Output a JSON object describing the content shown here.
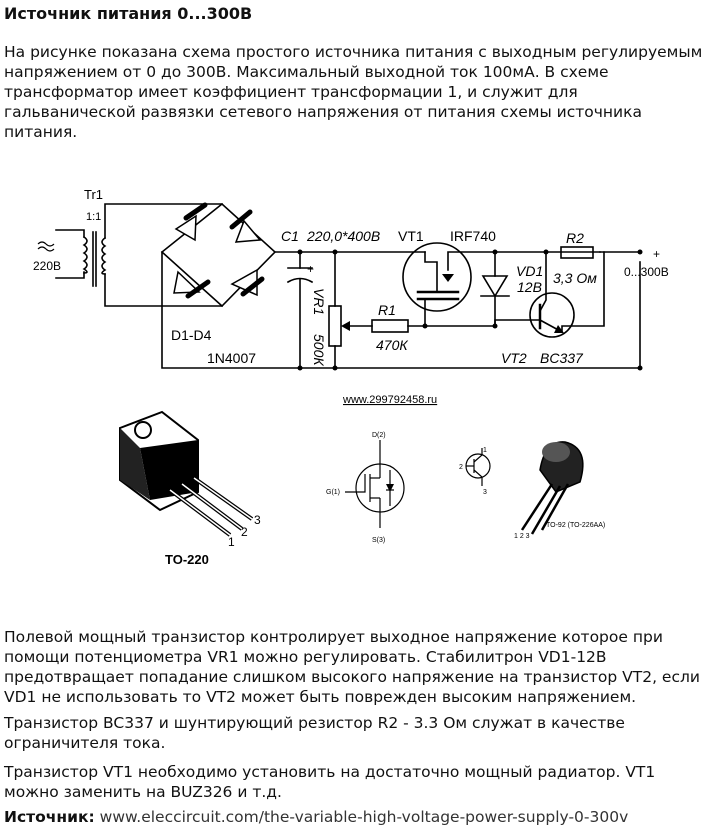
{
  "title": "Источник питания 0...300В",
  "intro": "На рисунке показана схема простого источника питания с выходным регулируемым\nнапряжением от 0 до 300В. Максимальный выходной ток 100мА. В схеме\nтрансформатор имеет коэффициент трансформации 1, и служит для\nгальванической развязки сетевого напряжения от питания схемы источника\nпитания.",
  "schematic": {
    "tr_label": "Tr1",
    "tr_ratio": "1:1",
    "mains_label": "220В",
    "c1_label": "C1",
    "c1_value": "220,0*400В",
    "vt1_label": "VT1",
    "vt1_type": "IRF740",
    "r2_label": "R2",
    "r2_value": "3,3 Ом",
    "out_plus": "+",
    "out_label": "0...300В",
    "vd1_label": "VD1",
    "vd1_value": "12В",
    "plus_mark": "+",
    "vr1_label": "VR1",
    "vr1_value": "500К",
    "r1_label": "R1",
    "r1_value": "470К",
    "bridge_label": "D1-D4",
    "bridge_type": "1N4007",
    "vt2_label": "VT2",
    "vt2_type": "BC337",
    "website": "www.299792458.ru"
  },
  "packages": {
    "to220_pins": [
      "1",
      "2",
      "3"
    ],
    "to220_label": "TO-220",
    "mosfet_drain": "D(2)",
    "mosfet_gate": "G(1)",
    "mosfet_source": "S(3)",
    "bjt_pin1": "1",
    "bjt_pin2": "2",
    "bjt_pin3": "3",
    "to92_label": "TO-92 (TO-226AA)",
    "to92_pins": "1 2 3"
  },
  "body": {
    "p2": "Полевой мощный транзистор контролирует выходное напряжение которое при\nпомощи потенциометра VR1 можно регулировать. Стабилитрон VD1-12В\nпредотвращает попадание слишком высокого напряжение на транзистор VT2, если\nVD1 не использовать то VT2   может быть поврежден высоким напряжением.",
    "p3": "Транзистор BC337 и шунтирующий резистор R2 - 3.3 Ом служат в качестве\nограничителя тока.",
    "p4": "Транзистор VT1 необходимо установить на достаточно мощный радиатор. VT1\nможно заменить на BUZ326 и т.д.",
    "source_label": "Источник:",
    "source_url": "www.eleccircuit.com/the-variable-high-voltage-power-supply-0-300v"
  }
}
